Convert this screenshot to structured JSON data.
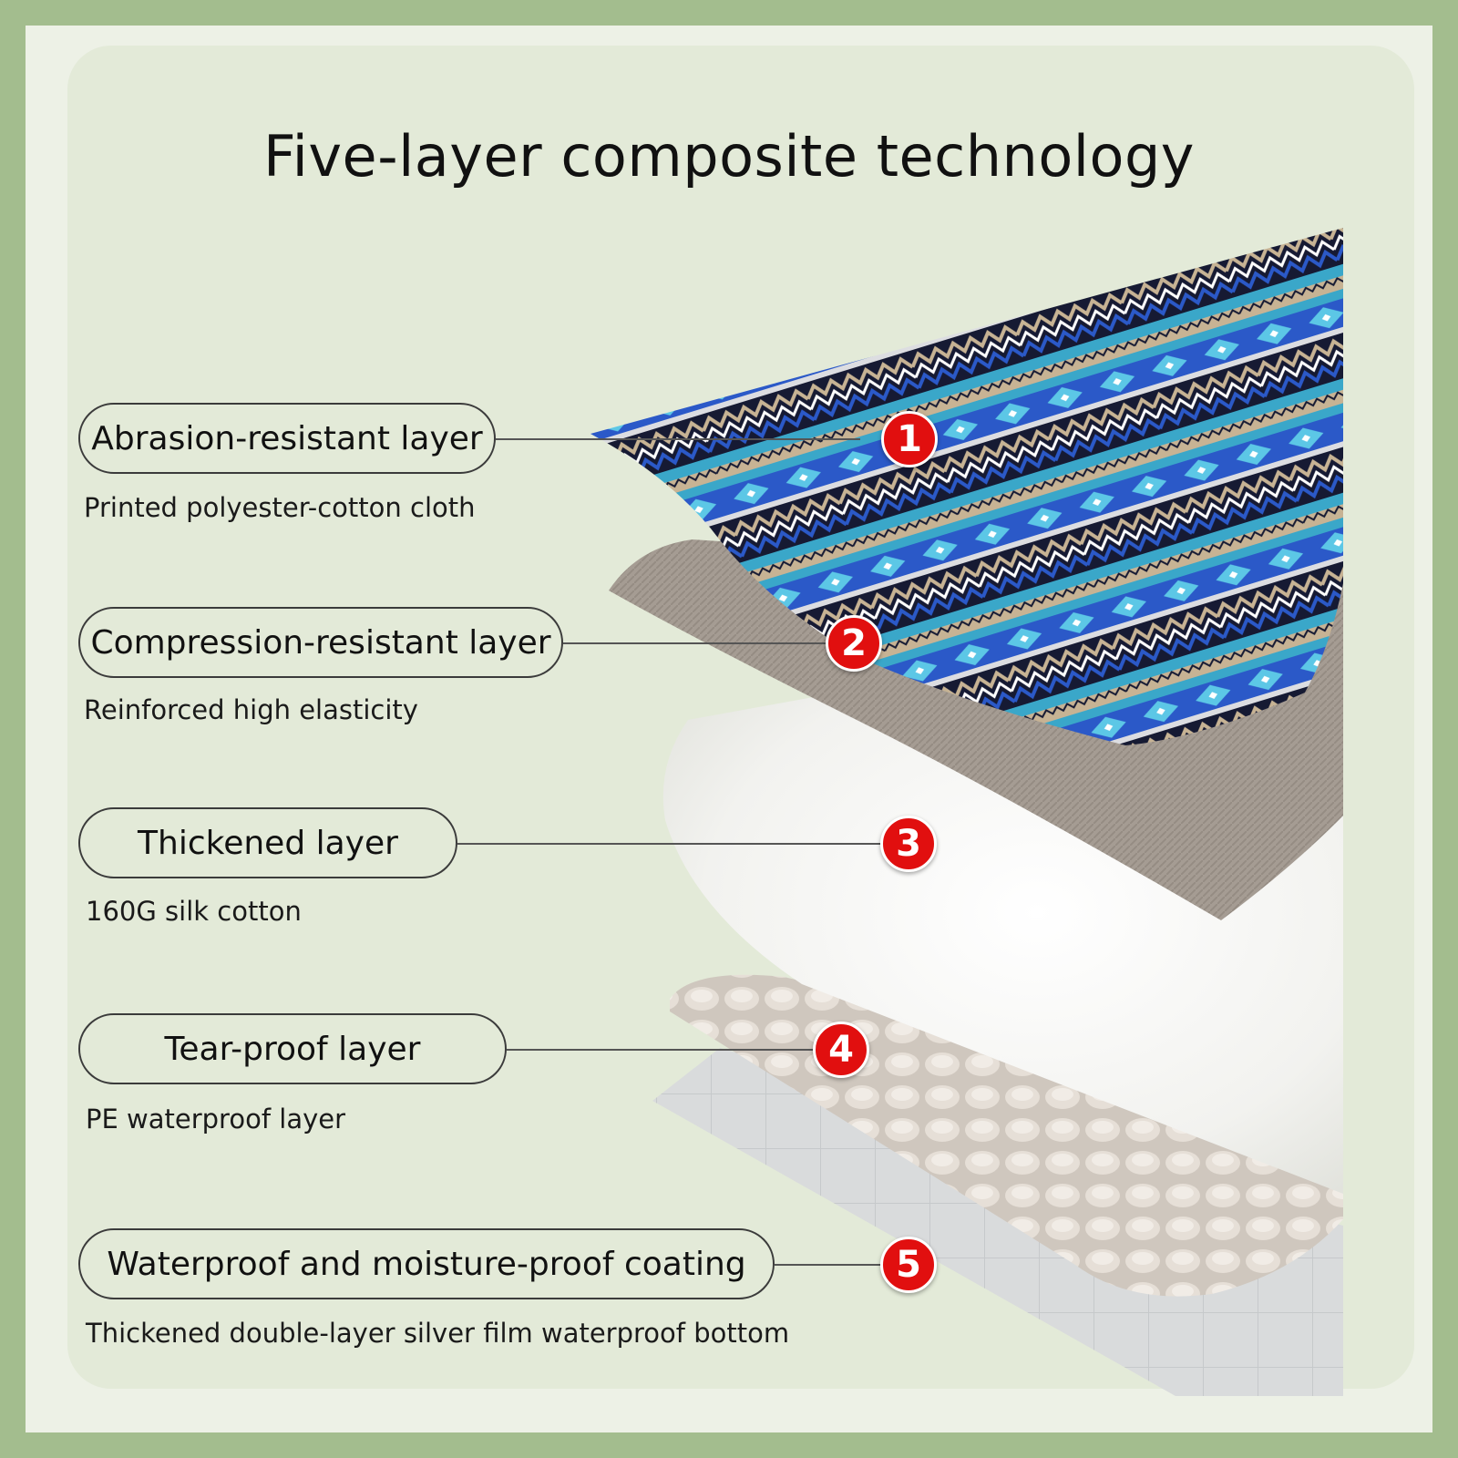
{
  "title": "Five-layer composite technology",
  "layers": [
    {
      "number": "1",
      "name": "Abrasion-resistant layer",
      "description": "Printed polyester-cotton cloth"
    },
    {
      "number": "2",
      "name": "Compression-resistant layer",
      "description": "Reinforced high elasticity"
    },
    {
      "number": "3",
      "name": "Thickened layer",
      "description": "160G silk cotton"
    },
    {
      "number": "4",
      "name": "Tear-proof layer",
      "description": "PE waterproof layer"
    },
    {
      "number": "5",
      "name": "Waterproof and moisture-proof coating",
      "description": "Thickened double-layer silver film waterproof bottom"
    }
  ],
  "colors": {
    "border": "#a3bd8e",
    "panel": "#e3ead8",
    "badge": "#e10f0f",
    "fabric_dark": "#1a1f3a",
    "fabric_blue": "#2b59c8",
    "fabric_teal": "#3aa7c9",
    "fabric_tan": "#c7b394",
    "canvas_layer": "#a59c93",
    "cotton_layer": "#f4f4f2",
    "foam_layer": "#d9d1c8",
    "film_layer": "#d6d8d9"
  }
}
